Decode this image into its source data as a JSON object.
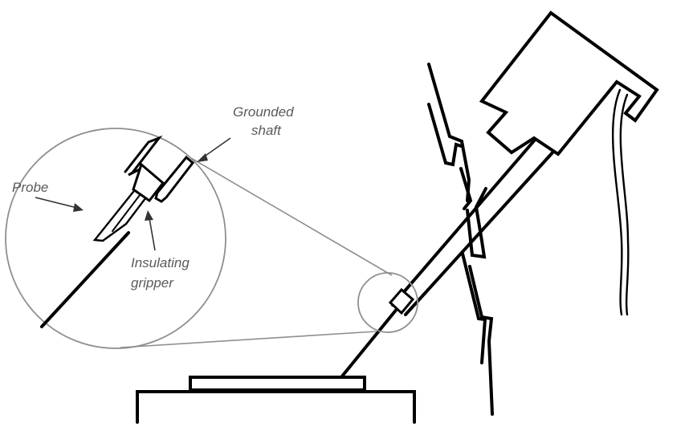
{
  "labels": {
    "probe": "Probe",
    "grounded_shaft_line1": "Grounded",
    "grounded_shaft_line2": "shaft",
    "insulating_gripper_line1": "Insulating",
    "insulating_gripper_line2": "gripper"
  },
  "colors": {
    "ink": "#000000",
    "guide": "#8f8f8f",
    "label_text": "#5a5a5a",
    "background": "#ffffff"
  }
}
